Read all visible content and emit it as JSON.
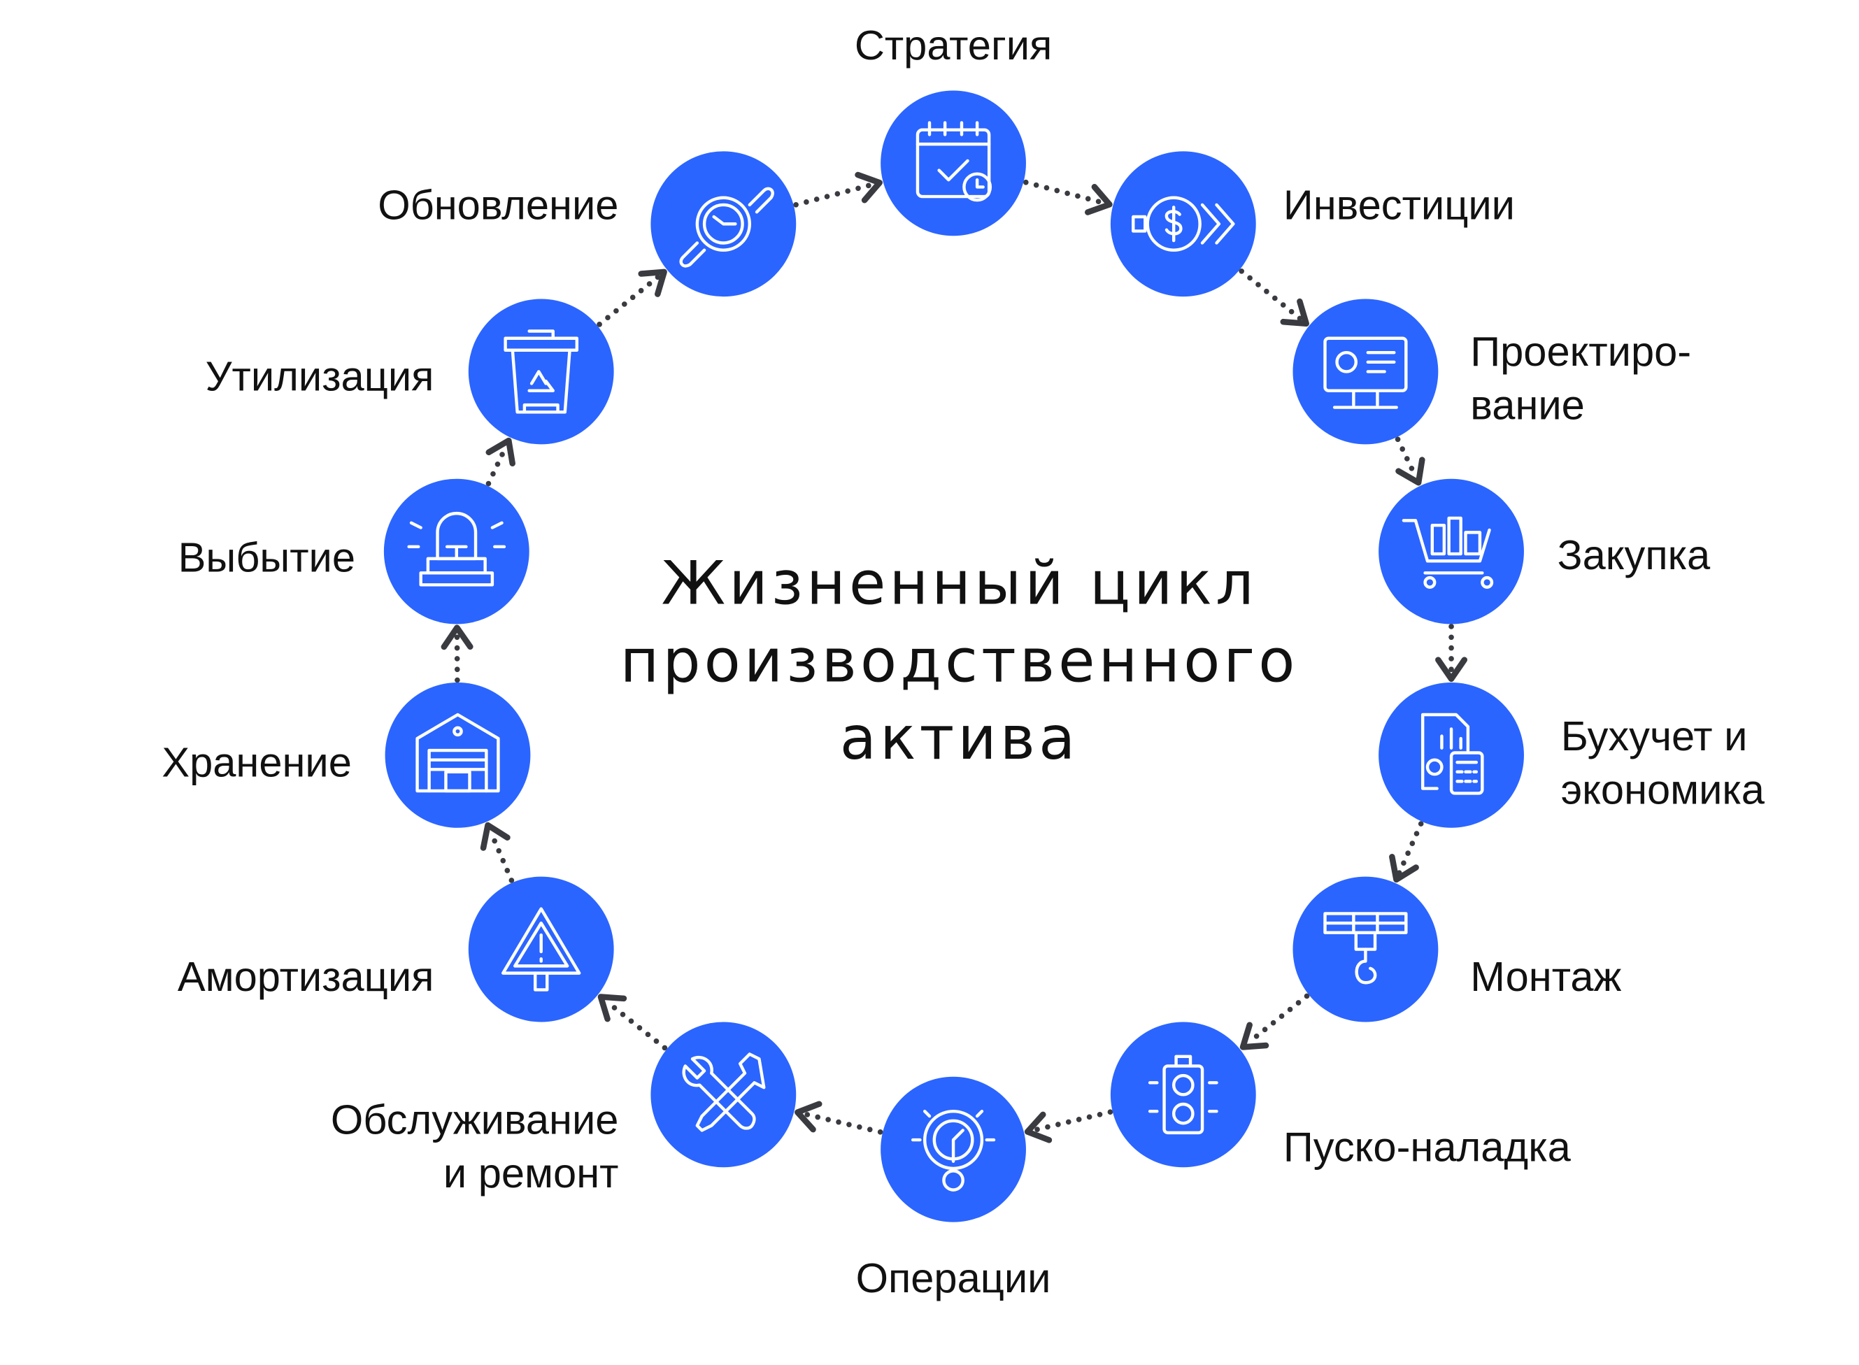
{
  "title": [
    "Жизненный цикл",
    "производственного",
    "актива"
  ],
  "colors": {
    "circle": "#2B65FF",
    "arrow": "#3A3B40",
    "text": "#111111"
  },
  "stages": [
    {
      "label": [
        "Стратегия"
      ],
      "icon": "calendar-check-icon"
    },
    {
      "label": [
        "Инвестиции"
      ],
      "icon": "dollar-coin-arrows-icon"
    },
    {
      "label": [
        "Проектиро-",
        "вание"
      ],
      "icon": "design-monitor-icon"
    },
    {
      "label": [
        "Закупка"
      ],
      "icon": "shopping-cart-icon"
    },
    {
      "label": [
        "Бухучет и",
        "экономика"
      ],
      "icon": "report-calculator-icon"
    },
    {
      "label": [
        "Монтаж"
      ],
      "icon": "crane-hook-icon"
    },
    {
      "label": [
        "Пуско-наладка"
      ],
      "icon": "traffic-light-icon"
    },
    {
      "label": [
        "Операции"
      ],
      "icon": "gauge-gear-icon"
    },
    {
      "label": [
        "Обслуживание",
        "и ремонт"
      ],
      "icon": "wrench-screwdriver-icon"
    },
    {
      "label": [
        "Амортизация"
      ],
      "icon": "warning-sign-icon"
    },
    {
      "label": [
        "Хранение"
      ],
      "icon": "warehouse-icon"
    },
    {
      "label": [
        "Выбытие"
      ],
      "icon": "alarm-beacon-icon"
    },
    {
      "label": [
        "Утилизация"
      ],
      "icon": "recycle-bin-icon"
    },
    {
      "label": [
        "Обновление"
      ],
      "icon": "clock-wrench-icon"
    }
  ]
}
